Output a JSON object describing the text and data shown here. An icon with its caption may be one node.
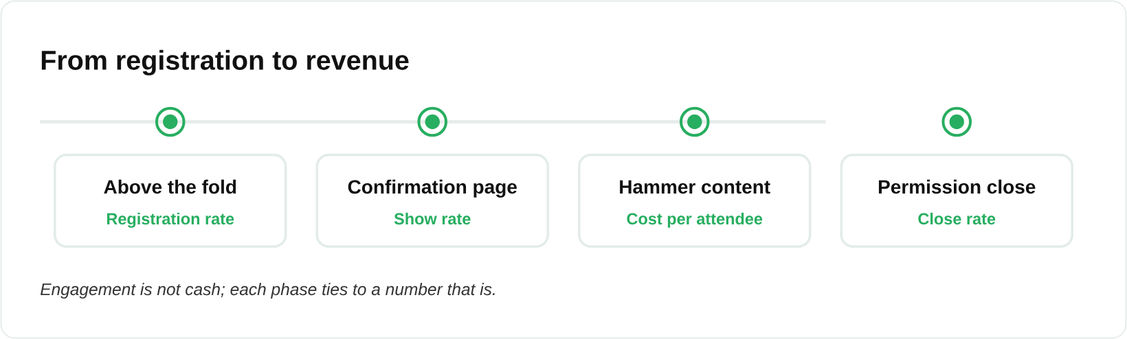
{
  "diagram": {
    "title": "From registration to revenue",
    "nodes": [
      {
        "text": [
          "Above the fold",
          "Registration rate"
        ]
      },
      {
        "text": [
          "Confirmation page",
          "Show rate"
        ]
      },
      {
        "text": [
          "Hammer content",
          "Cost per attendee"
        ]
      },
      {
        "text": [
          "Permission close",
          "Close rate"
        ]
      }
    ],
    "caption": "Engagement is not cash; each phase ties to a number that is."
  }
}
